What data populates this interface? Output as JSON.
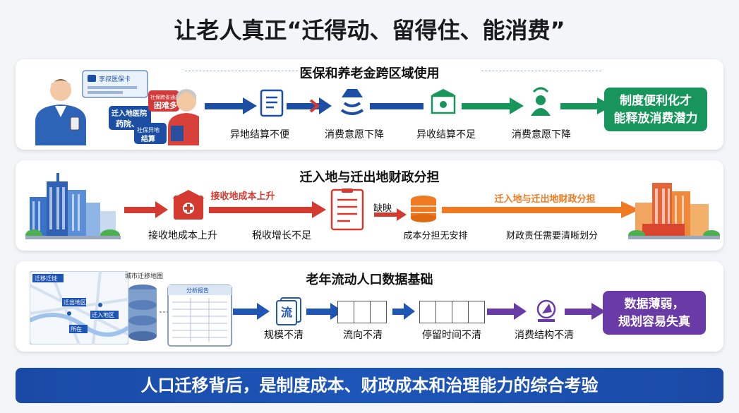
{
  "title": "让老人真正“迁得动、留得住、能消费”",
  "panel1": {
    "title": "医保和养老金跨区域使用",
    "labels": [
      "异地结算不便",
      "消费意愿下降",
      "异收结算不足",
      "消费意愿下降"
    ],
    "result": [
      "制度便利化才",
      "能释放消费潜力"
    ],
    "illustration": {
      "card_top": "李叔医保卡",
      "bubble_right_small": "社保跨省通办",
      "bubble_right": "困难多",
      "bubble_left": [
        "迁入地医院",
        "药院、"
      ],
      "bubble_mid": [
        "社保异地",
        "结算"
      ]
    },
    "colors": {
      "blue": "#1c4fa3",
      "green": "#17955b",
      "red": "#d23a3a"
    }
  },
  "panel2": {
    "title": "迁入地与迁出地财政分担",
    "labels": [
      "接收地成本上升",
      "税收增长不足",
      "成本分担无安排",
      "财政责任需要清晰划分"
    ],
    "arrow_labels": [
      "接收地成本上升",
      "缺映",
      "迁入地与迁出地财政分担"
    ],
    "colors": {
      "red": "#d43a2f",
      "orange": "#f07a21"
    }
  },
  "panel3": {
    "title": "老年流动人口数据基础",
    "labels": [
      "规模不清",
      "流向不清",
      "停留时间不清",
      "消费结构不清"
    ],
    "result": [
      "数据薄弱，",
      "规划容易失真"
    ],
    "illustration": {
      "map_title": "迁移迁徙",
      "map_caption": "城市迁移地图",
      "map_tags": [
        "迁出地区",
        "迁入地区",
        "所在"
      ],
      "sheet_title": "分析报告",
      "doc_glyph": "流"
    },
    "colors": {
      "blue": "#1f55b3",
      "purple": "#6a3aa6"
    }
  },
  "bottom_banner": "人口迁移背后，是制度成本、财政成本和治理能力的综合考验"
}
